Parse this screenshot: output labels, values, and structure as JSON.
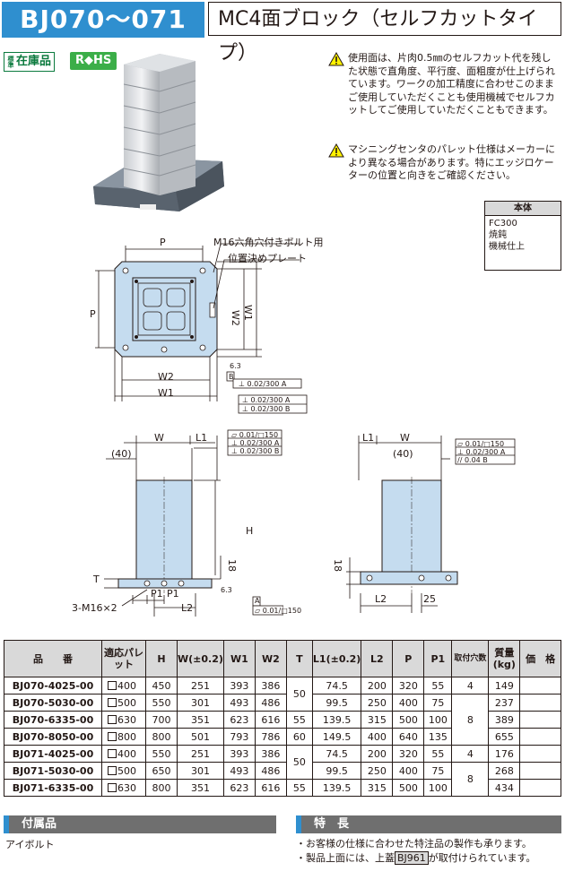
{
  "header": {
    "code": "BJ070～071",
    "title": "MC4面ブロック（セルフカットタイプ）"
  },
  "badges": {
    "stock_small": "標準",
    "stock": "在庫品",
    "rohs": "R◆HS"
  },
  "notes": [
    "使用面は、片肉0.5㎜のセルフカット代を残した状態で直角度、平行度、面粗度が仕上げられています。ワークの加工精度に合わせこのままご使用していただくことも使用機械でセルフカットしてご使用していただくこともできます。",
    "マシニングセンタのパレット仕様はメーカーにより異なる場合があります。特にエッジロケーターの位置と向きをご確認ください。"
  ],
  "material": {
    "header": "本体",
    "lines": [
      "FC300",
      "焼鈍",
      "機械仕上"
    ]
  },
  "drawing": {
    "top_view": {
      "p_top": "P",
      "p_left": "P",
      "bolt_label": "M16六角穴付きボルト用",
      "plate_label": "位置決めプレート",
      "w2_right": "W2",
      "w1_right": "W1",
      "w2_bottom": "W2",
      "w1_bottom": "W1",
      "roughness": "6.3",
      "datum_b": "B",
      "datum_a": "A",
      "tol_1": "0.02/300",
      "tol_2": "0.02/300",
      "tol_3": "0.02/300"
    },
    "front_view": {
      "w": "W",
      "l1": "L1",
      "dim_40": "(40)",
      "h": "H",
      "t": "T",
      "p1_a": "P1",
      "p1_b": "P1",
      "l2": "L2",
      "d18": "18",
      "bolt": "3-M16×2",
      "tol_flat": "0.01/□150",
      "tol_par": "0.02/300",
      "tol_perp": "0.02/300",
      "tol_base": "0.01/□150",
      "datum_a": "A",
      "datum_b": "B",
      "datum_a2": "A",
      "roughness": "6.3"
    },
    "side_view": {
      "l1": "L1",
      "w": "W",
      "dim_40": "(40)",
      "d18": "18",
      "l2": "L2",
      "d25": "25",
      "tol_flat": "0.01/□150",
      "tol_perp": "0.02/300",
      "tol_par": "0.04",
      "datum_a": "A",
      "datum_b": "B"
    }
  },
  "table": {
    "headers": [
      "品　　番",
      "適応パレット",
      "H",
      "W(±0.2)",
      "W1",
      "W2",
      "T",
      "L1(±0.2)",
      "L2",
      "P",
      "P1",
      "取付穴数",
      "質量(kg)",
      "価　格"
    ],
    "rows": [
      {
        "model": "BJ070-4025-00",
        "pallet": "400",
        "H": "450",
        "W": "251",
        "W1": "393",
        "W2": "386",
        "L1": "74.5",
        "L2": "200",
        "P": "320",
        "P1": "55",
        "mass": "149"
      },
      {
        "model": "BJ070-5030-00",
        "pallet": "500",
        "H": "550",
        "W": "301",
        "W1": "493",
        "W2": "486",
        "L1": "99.5",
        "L2": "250",
        "P": "400",
        "P1": "75",
        "mass": "237"
      },
      {
        "model": "BJ070-6335-00",
        "pallet": "630",
        "H": "700",
        "W": "351",
        "W1": "623",
        "W2": "616",
        "L1": "139.5",
        "L2": "315",
        "P": "500",
        "P1": "100",
        "mass": "389"
      },
      {
        "model": "BJ070-8050-00",
        "pallet": "800",
        "H": "800",
        "W": "501",
        "W1": "793",
        "W2": "786",
        "L1": "149.5",
        "L2": "400",
        "P": "640",
        "P1": "135",
        "mass": "655"
      },
      {
        "model": "BJ071-4025-00",
        "pallet": "400",
        "H": "550",
        "W": "251",
        "W1": "393",
        "W2": "386",
        "L1": "74.5",
        "L2": "200",
        "P": "320",
        "P1": "55",
        "mass": "176"
      },
      {
        "model": "BJ071-5030-00",
        "pallet": "500",
        "H": "650",
        "W": "301",
        "W1": "493",
        "W2": "486",
        "L1": "99.5",
        "L2": "250",
        "P": "400",
        "P1": "75",
        "mass": "268"
      },
      {
        "model": "BJ071-6335-00",
        "pallet": "630",
        "H": "800",
        "W": "351",
        "W1": "623",
        "W2": "616",
        "L1": "139.5",
        "L2": "315",
        "P": "500",
        "P1": "100",
        "mass": "434"
      }
    ],
    "t_groups": [
      "50",
      "55",
      "60",
      "50",
      "55"
    ],
    "holes_groups": [
      "4",
      "8",
      "4",
      "8"
    ]
  },
  "accessories": {
    "title": "付属品",
    "text": "アイボルト"
  },
  "features": {
    "title": "特　長",
    "line1": "・お客様の仕様に合わせた特注品の製作も承ります。",
    "line2_pre": "・製品上面には、上蓋",
    "line2_code": "BJ961",
    "line2_post": "が取付けられています。"
  }
}
